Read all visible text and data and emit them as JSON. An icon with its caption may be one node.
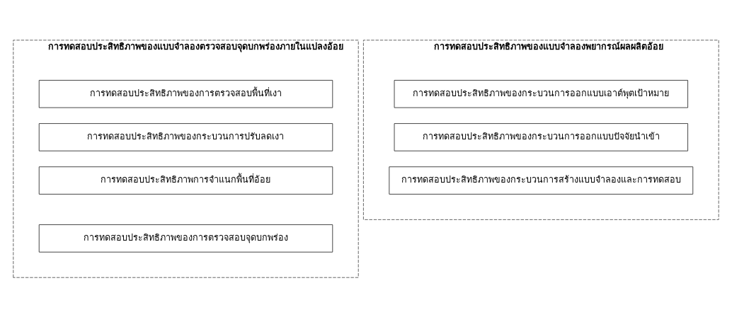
{
  "diagram": {
    "nodes": [
      {
        "text": [
          "การทดสอบประสิทธิภาพของแบบจำลองตรวจสอบจุดบกพร่องภายในแปลงอ้อย"
        ]
      },
      {
        "text": [
          "การทดสอบประสิทธิภาพของการตรวจสอบพื้นที่เงา"
        ],
        "in": 0
      },
      {
        "text": [
          "การทดสอบประสิทธิภาพของกระบวนการปรับลดเงา"
        ],
        "in": 0
      },
      {
        "text": [
          "การทดสอบประสิทธิภาพการจำแนกพื้นที่อ้อย"
        ],
        "in": 0
      },
      {
        "text": [
          "การทดสอบประสิทธิภาพของการตรวจสอบจุดบกพร่อง"
        ],
        "in": 0
      },
      {
        "text": [
          "การทดสอบประสิทธิภาพของแบบจำลองพยากรณ์ผลผลิตอ้อย"
        ]
      },
      {
        "text": [
          "การทดสอบประสิทธิภาพของกระบวนการออกแบบเอาต์พุตเป้าหมาย"
        ],
        "in": 5
      },
      {
        "text": [
          "การทดสอบประสิทธิภาพของกระบวนการออกแบบปัจจัยนำเข้า"
        ],
        "in": 5
      },
      {
        "text": [
          "การทดสอบประสิทธิภาพของกระบวนการสร้างแบบจำลองและการทดสอบ"
        ],
        "in": 5
      }
    ],
    "edges": []
  }
}
